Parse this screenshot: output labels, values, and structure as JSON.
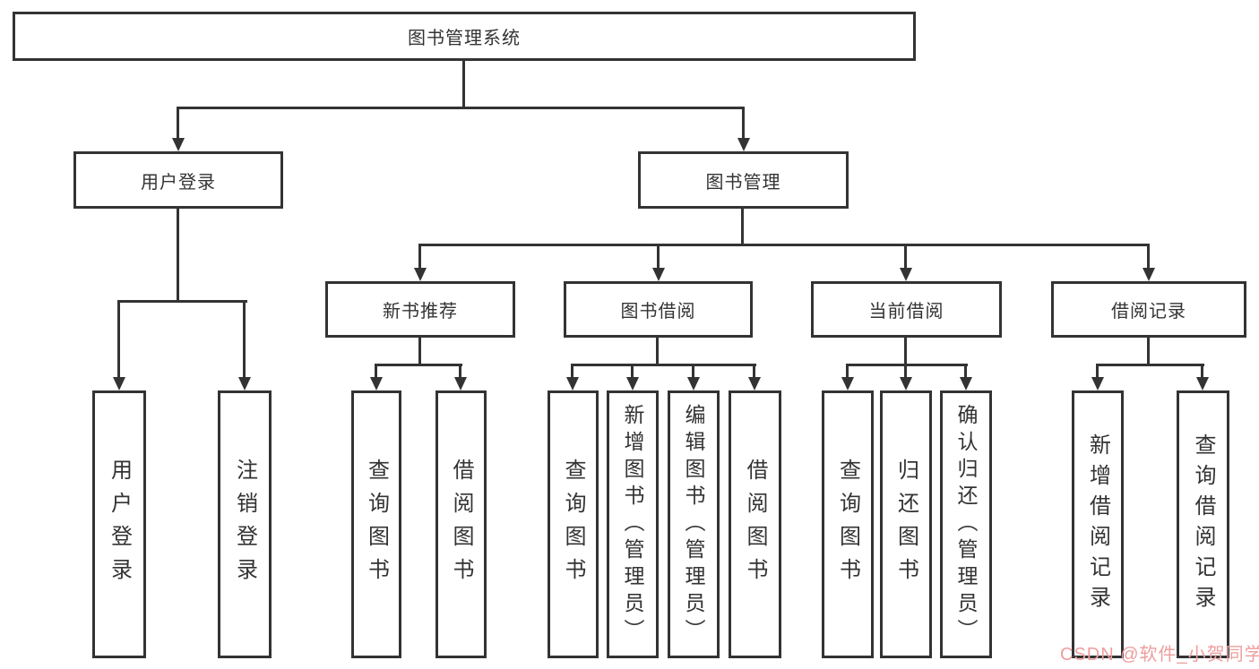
{
  "diagram_type": "hierarchy-tree",
  "colors": {
    "background": "#ffffff",
    "line": "#333333",
    "box_border": "#333333",
    "text": "#333333",
    "watermark": "#ee9e9e"
  },
  "tree": {
    "root": "图书管理系统",
    "branches": [
      {
        "label": "用户登录",
        "children": [
          "用户登录",
          "注销登录"
        ]
      },
      {
        "label": "图书管理",
        "children": [
          {
            "label": "新书推荐",
            "children": [
              "查询图书",
              "借阅图书"
            ]
          },
          {
            "label": "图书借阅",
            "children": [
              "查询图书",
              "新增图书（管理员）",
              "编辑图书（管理员）",
              "借阅图书"
            ]
          },
          {
            "label": "当前借阅",
            "children": [
              "查询图书",
              "归还图书",
              "确认归还（管理员）"
            ]
          },
          {
            "label": "借阅记录",
            "children": [
              "新增借阅记录",
              "查询借阅记录"
            ]
          }
        ]
      }
    ]
  },
  "watermark": {
    "text": "CSDN @软件_小贺同学"
  }
}
